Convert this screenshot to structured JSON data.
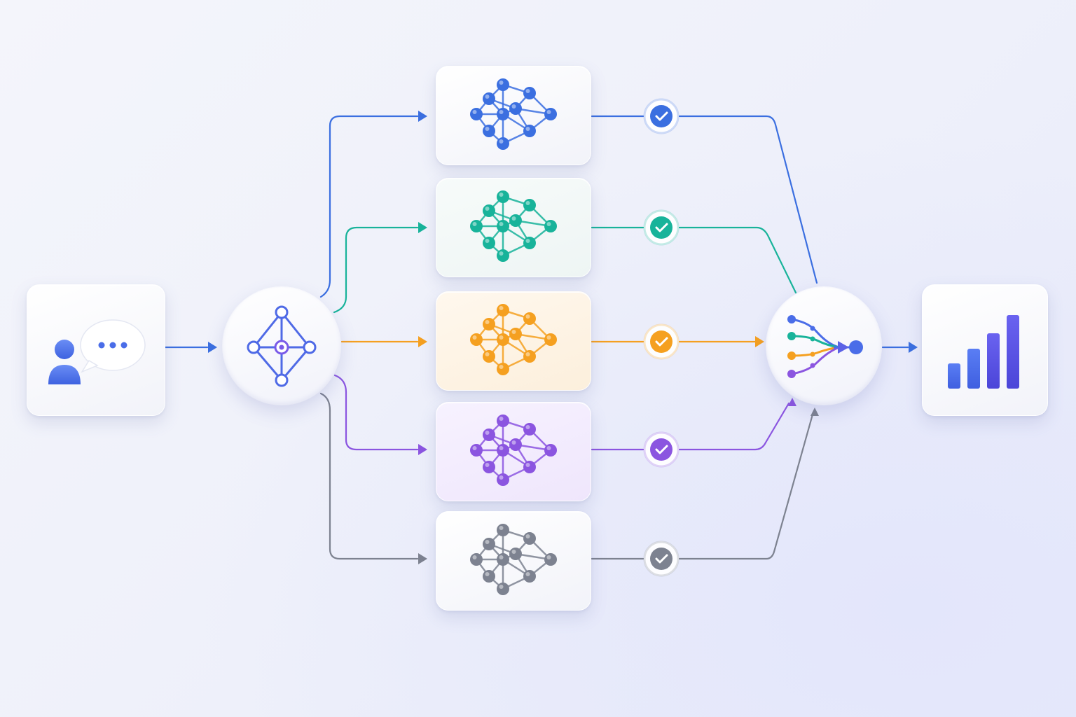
{
  "colors": {
    "blue": "#3b6fe0",
    "teal": "#18b39a",
    "orange": "#f5a020",
    "purple": "#8b55e0",
    "gray": "#7d8290",
    "chart_blue": "#4f7df0",
    "chart_indigo": "#5b5ee8"
  },
  "icons": {
    "input": "user-chat-icon",
    "router": "router-network-icon",
    "model": "neural-network-icon",
    "check": "check-circle-icon",
    "aggregator": "merge-funnel-icon",
    "output": "bar-chart-icon"
  },
  "models": [
    {
      "color": "blue"
    },
    {
      "color": "teal"
    },
    {
      "color": "orange"
    },
    {
      "color": "purple"
    },
    {
      "color": "gray"
    }
  ]
}
